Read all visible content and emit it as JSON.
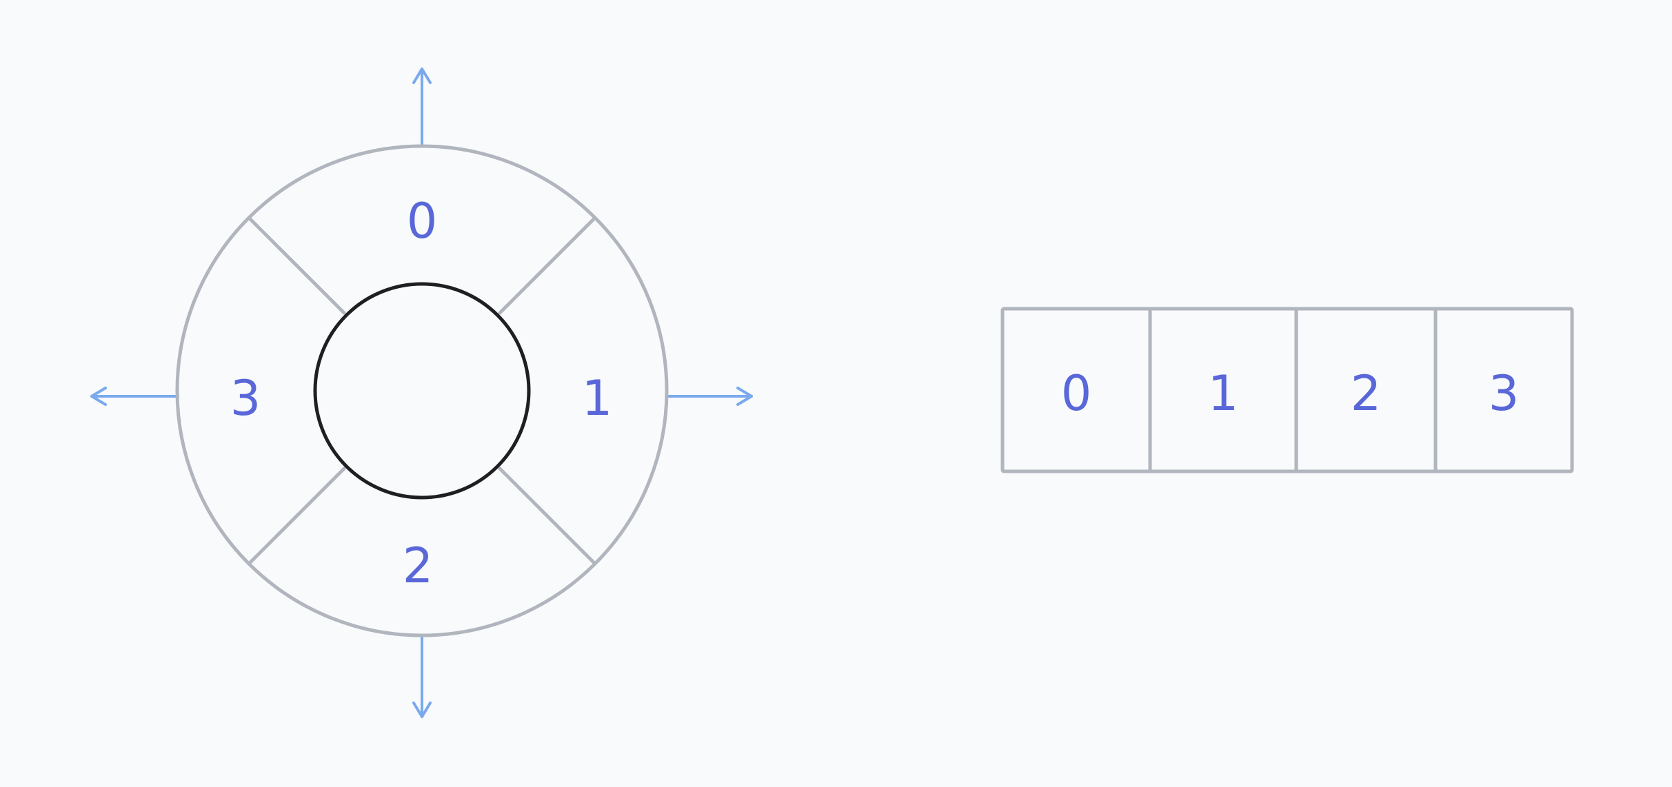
{
  "colors": {
    "background": "#f8fafc",
    "outline": "#b1b5bd",
    "inner_circle": "#1f1f23",
    "arrow": "#7aa9ec",
    "number": "#5a67d8"
  },
  "ring": {
    "segments": [
      "0",
      "1",
      "2",
      "3"
    ]
  },
  "array": {
    "cells": [
      "0",
      "1",
      "2",
      "3"
    ]
  },
  "icons": {
    "arrows": [
      "arrow-up-icon",
      "arrow-right-icon",
      "arrow-down-icon",
      "arrow-left-icon"
    ]
  }
}
